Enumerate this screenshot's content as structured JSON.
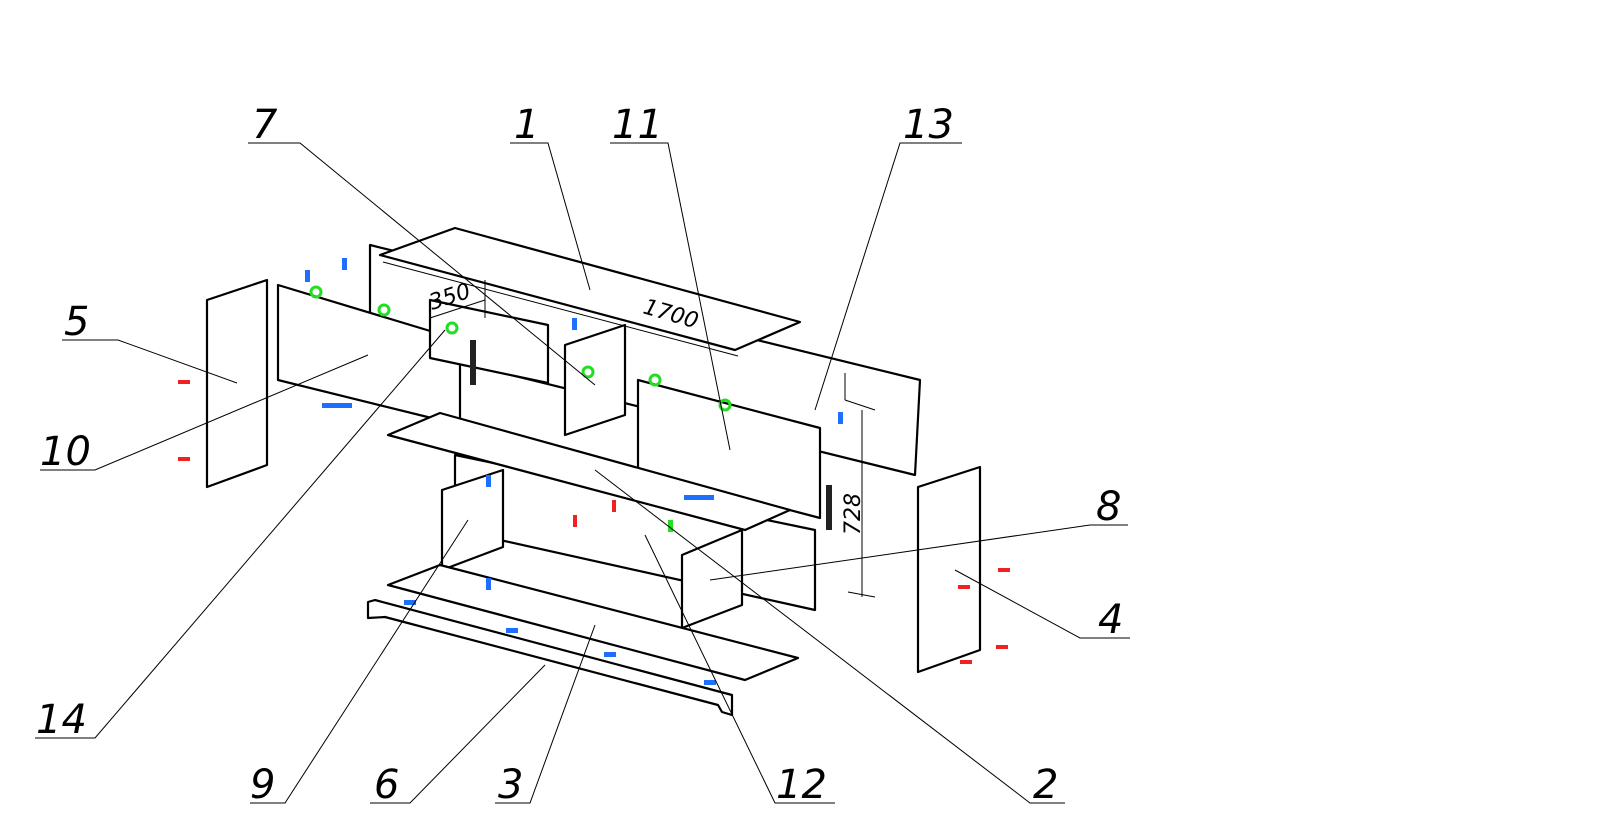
{
  "drawing": {
    "callouts": [
      "7",
      "1",
      "11",
      "13",
      "5",
      "10",
      "14",
      "9",
      "6",
      "3",
      "12",
      "2",
      "8",
      "4"
    ],
    "dimensions": {
      "depth": "350",
      "width": "1700",
      "height": "728"
    }
  },
  "colors": {
    "blue": "#1e6fff",
    "green": "#22dd22",
    "red": "#ee2222",
    "line": "#000000"
  }
}
